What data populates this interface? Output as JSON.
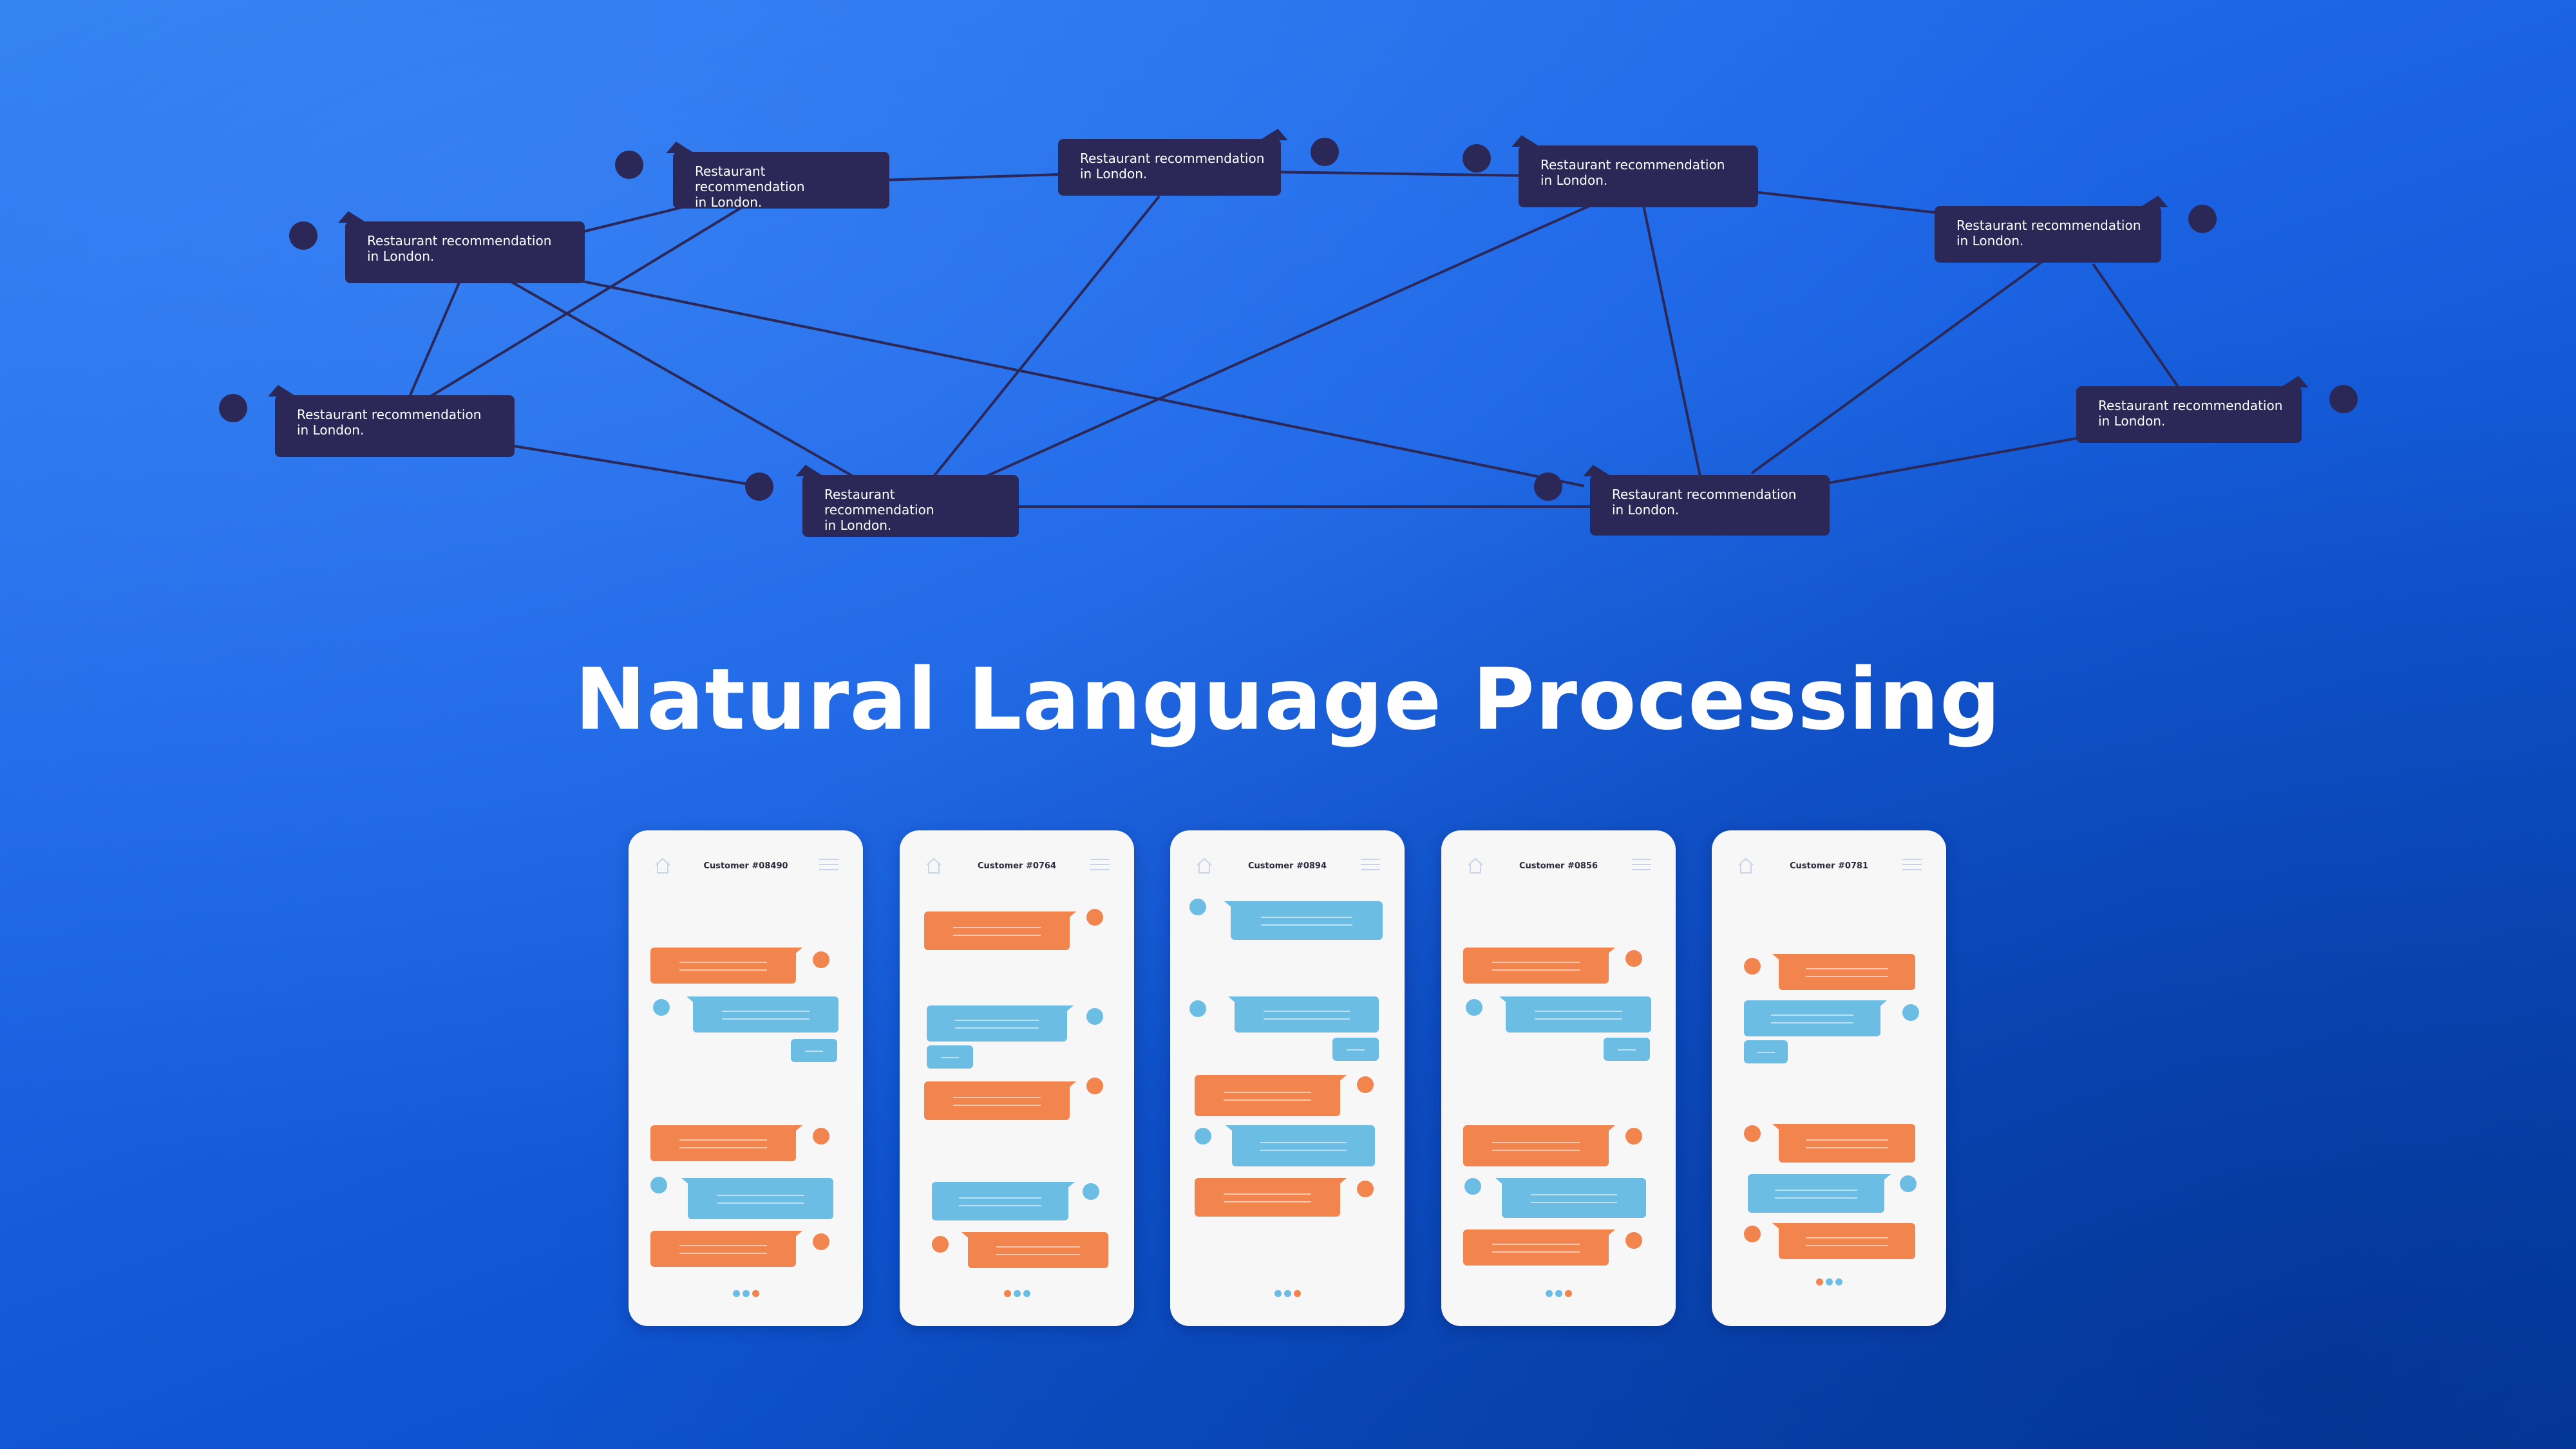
{
  "network": {
    "bubble_line1": "Restaurant recommendation",
    "bubble_line2": "in London.",
    "colors": {
      "bubble": "#2b2757",
      "edge": "#2b2757"
    }
  },
  "title": "Natural Language Processing",
  "phones": [
    {
      "customer": "Customer #08490",
      "home_icon": "home-icon",
      "menu_icon": "menu-icon"
    },
    {
      "customer": "Customer #0764",
      "home_icon": "home-icon",
      "menu_icon": "menu-icon"
    },
    {
      "customer": "Customer #0894",
      "home_icon": "home-icon",
      "menu_icon": "menu-icon"
    },
    {
      "customer": "Customer #0856",
      "home_icon": "home-icon",
      "menu_icon": "menu-icon"
    },
    {
      "customer": "Customer #0781",
      "home_icon": "home-icon",
      "menu_icon": "menu-icon"
    }
  ],
  "colors": {
    "background": "#1d66e6",
    "outgoing": "#f2844e",
    "incoming": "#6cbde3",
    "phone": "#f7f7f8"
  }
}
